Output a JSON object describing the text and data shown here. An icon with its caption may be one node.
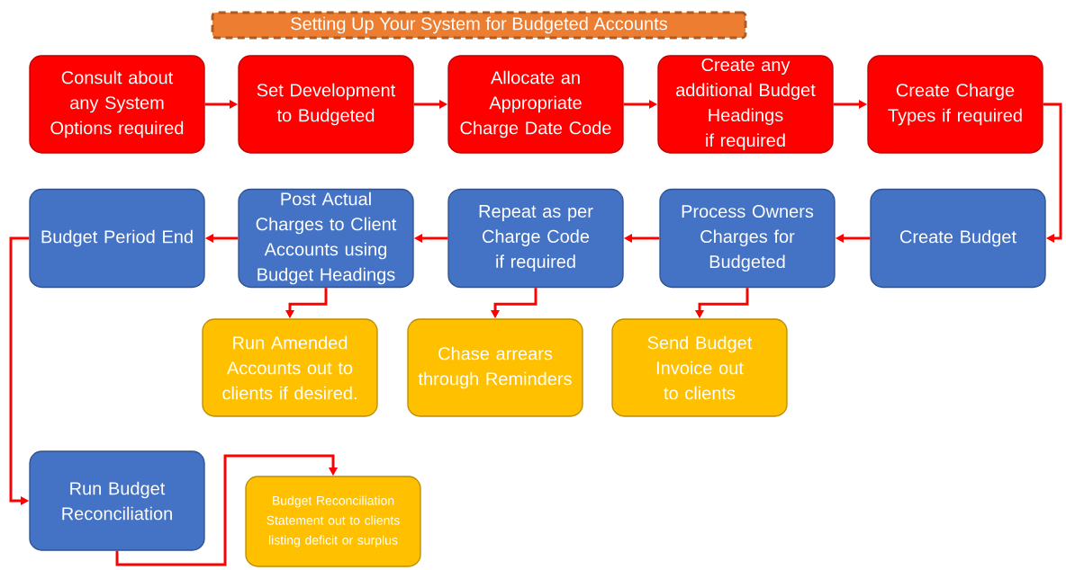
{
  "diagram": {
    "title": "Setting Up Your System for Budgeted Accounts",
    "nodes": [
      {
        "text": [
          "Consult about any System Options required"
        ]
      },
      {
        "text": [
          "Set Development to Budgeted"
        ]
      },
      {
        "text": [
          "Allocate an Appropriate Charge Date Code"
        ]
      },
      {
        "text": [
          "Create any additional Budget Headings if required"
        ]
      },
      {
        "text": [
          "Create Charge Types if required"
        ]
      },
      {
        "text": [
          "Create Budget"
        ]
      },
      {
        "text": [
          "Process Owners Charges for Budgeted"
        ]
      },
      {
        "text": [
          "Repeat as per Charge Code if required"
        ]
      },
      {
        "text": [
          "Post Actual Charges to Client Accounts using Budget Headings"
        ]
      },
      {
        "text": [
          "Budget Period End"
        ]
      },
      {
        "text": [
          "Run Amended Accounts out to clients if desired."
        ]
      },
      {
        "text": [
          "Chase arrears through Reminders"
        ]
      },
      {
        "text": [
          "Send Budget Invoice out to clients"
        ]
      },
      {
        "text": [
          "Run Budget Reconciliation"
        ]
      },
      {
        "text": [
          "Budget Reconciliation Statement out to clients listing deficit or surplus"
        ]
      }
    ],
    "edges": [
      {
        "from": 0,
        "to": 1,
        "arrow": "to"
      },
      {
        "from": 1,
        "to": 2,
        "arrow": "to"
      },
      {
        "from": 2,
        "to": 3,
        "arrow": "to"
      },
      {
        "from": 3,
        "to": 4,
        "arrow": "to"
      },
      {
        "from": 4,
        "to": 5,
        "arrow": "to"
      },
      {
        "from": 5,
        "to": 6,
        "arrow": "to"
      },
      {
        "from": 6,
        "to": 7,
        "arrow": "to"
      },
      {
        "from": 7,
        "to": 8,
        "arrow": "to"
      },
      {
        "from": 8,
        "to": 9,
        "arrow": "to"
      },
      {
        "from": 8,
        "to": 10,
        "arrow": "to"
      },
      {
        "from": 7,
        "to": 11,
        "arrow": "to"
      },
      {
        "from": 6,
        "to": 12,
        "arrow": "to"
      },
      {
        "from": 9,
        "to": 13,
        "arrow": "to"
      },
      {
        "from": 13,
        "to": 14,
        "arrow": "to"
      }
    ]
  }
}
